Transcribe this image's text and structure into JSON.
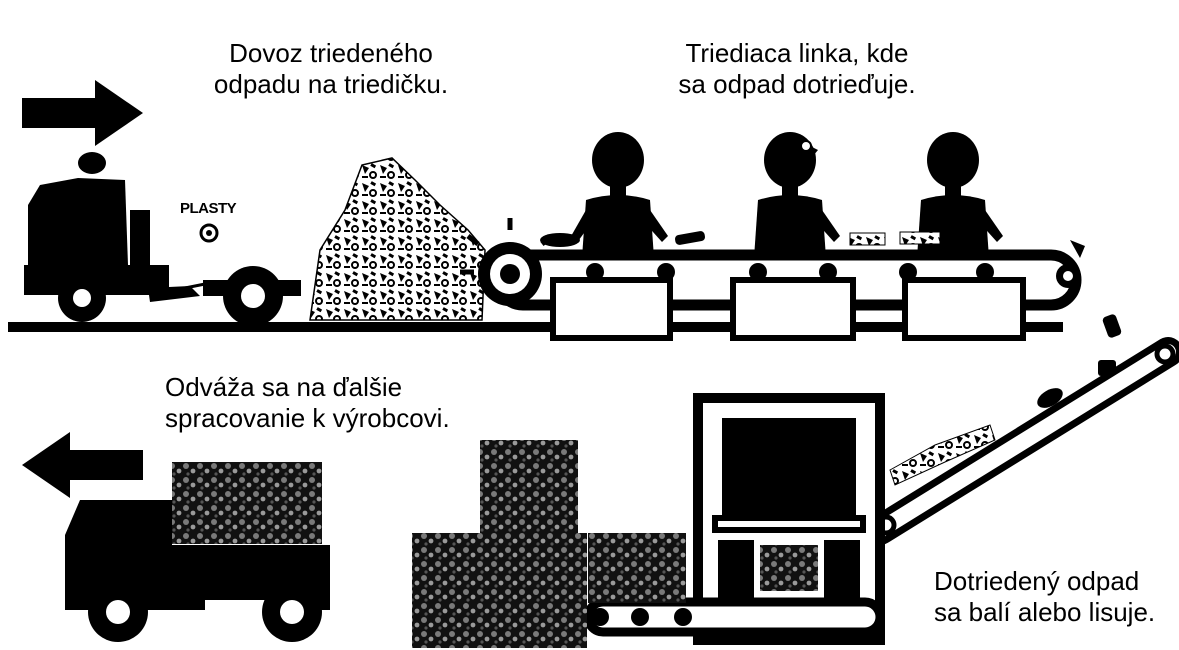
{
  "labels": {
    "delivery": [
      "Dovoz triedeného",
      "odpadu na triedičku."
    ],
    "sorting_line": [
      "Triediaca linka, kde",
      "sa odpad dotrieďuje."
    ],
    "transport": [
      "Odváža sa na ďalšie",
      "spracovanie k výrobcovi."
    ],
    "baling": [
      "Dotriedený odpad",
      "sa balí alebo lisuje."
    ]
  },
  "container_label": "PLASTY",
  "colors": {
    "ink": "#000000",
    "paper": "#ffffff",
    "bale_light": "#6a6a6a"
  }
}
